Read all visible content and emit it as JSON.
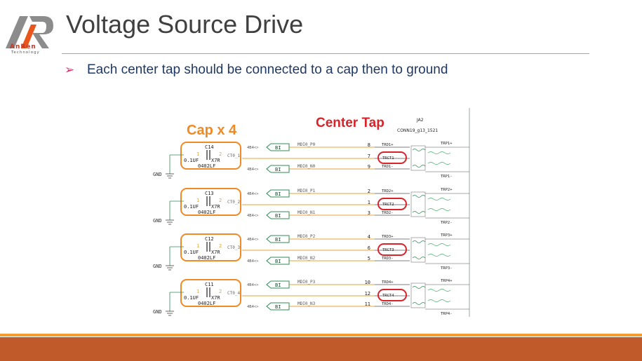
{
  "header": {
    "brand": "AnRen",
    "brand_sub": "Technology",
    "title": "Voltage Source Drive"
  },
  "bullets": [
    {
      "marker": "➢",
      "text": "Each center tap should be connected to a cap then to ground"
    }
  ],
  "schematic": {
    "cap_group_label": "Cap x 4",
    "center_tap_label": "Center Tap",
    "connector_ref": "JA2",
    "connector_part": "CONN19_g13_1521",
    "gnd_label": "GND",
    "cap_value": "0.1UF",
    "cap_dielectric": "X7R",
    "cap_package": "0402LF",
    "bi_label": "BI",
    "net_prefix": "4B4",
    "channels": [
      {
        "cap_ref": "C14",
        "ct_net": "CT0_1",
        "pos_net": "MDI0_P0",
        "neg_net": "MDI0_N0",
        "pin_pos": "8",
        "pin_ct": "7",
        "pin_neg": "9",
        "trd_pos": "TRD1+",
        "trct": "TRCT1",
        "trd_neg": "TRD1-",
        "trp_pos": "TRP1+",
        "trp_neg": "TRP1-"
      },
      {
        "cap_ref": "C13",
        "ct_net": "CT0_2",
        "pos_net": "MDI0_P1",
        "neg_net": "MDI0_N1",
        "pin_pos": "2",
        "pin_ct": "1",
        "pin_neg": "3",
        "trd_pos": "TRD2+",
        "trct": "TRCT2",
        "trd_neg": "TRD2-",
        "trp_pos": "TRP2+",
        "trp_neg": "TRP2-"
      },
      {
        "cap_ref": "C12",
        "ct_net": "CT0_3",
        "pos_net": "MDI0_P2",
        "neg_net": "MDI0_N2",
        "pin_pos": "4",
        "pin_ct": "6",
        "pin_neg": "5",
        "trd_pos": "TRD3+",
        "trct": "TRCT3",
        "trd_neg": "TRD3-",
        "trp_pos": "TRP3+",
        "trp_neg": "TRP3-"
      },
      {
        "cap_ref": "C11",
        "ct_net": "CT0_4",
        "pos_net": "MDI0_P3",
        "neg_net": "MDI0_N3",
        "pin_pos": "10",
        "pin_ct": "12",
        "pin_neg": "11",
        "trd_pos": "TRD4+",
        "trct": "TRCT4",
        "trd_neg": "TRD4-",
        "trp_pos": "TRP4+",
        "trp_neg": "TRP4-"
      }
    ]
  },
  "colors": {
    "accent_orange": "#f08a24",
    "footer": "#c05a2a",
    "highlight_red": "#d8232a",
    "wire_green": "#2e8b57",
    "net_orange": "#e8a13a",
    "title_gray": "#404040"
  }
}
